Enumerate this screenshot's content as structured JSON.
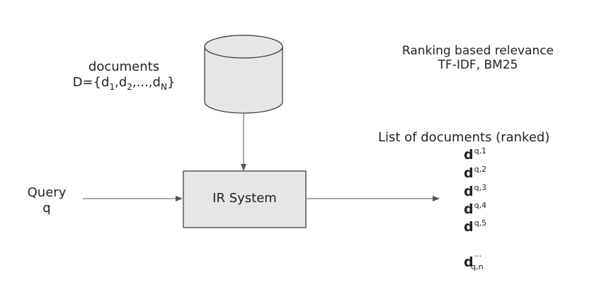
{
  "documents": {
    "title": "documents",
    "set_prefix": "D={",
    "items": [
      {
        "letter": "d",
        "sub": "1"
      },
      {
        "letter": "d",
        "sub": "2"
      },
      {
        "letter": "...",
        "sub": ""
      },
      {
        "letter": "d",
        "sub": "N"
      }
    ],
    "separator": ",",
    "set_suffix": "}"
  },
  "ranking": {
    "line1": "Ranking based relevance",
    "line2": "TF-IDF, BM25"
  },
  "query": {
    "line1": "Query",
    "line2": "q"
  },
  "system": {
    "label": "IR System"
  },
  "results": {
    "title": "List of documents (ranked)",
    "items": [
      {
        "letter": "d",
        "sub": "q,1"
      },
      {
        "letter": "d",
        "sub": "q,2"
      },
      {
        "letter": "d",
        "sub": "q,3"
      },
      {
        "letter": "d",
        "sub": "q,4"
      },
      {
        "letter": "d",
        "sub": "q,5"
      }
    ],
    "last": {
      "letter": "d",
      "sup": "...",
      "sub": "q,n"
    }
  },
  "colors": {
    "box_fill": "#e6e6e6",
    "stroke": "#333333",
    "arrow": "#555555",
    "cylinder_fill": "#e6e6e6"
  }
}
